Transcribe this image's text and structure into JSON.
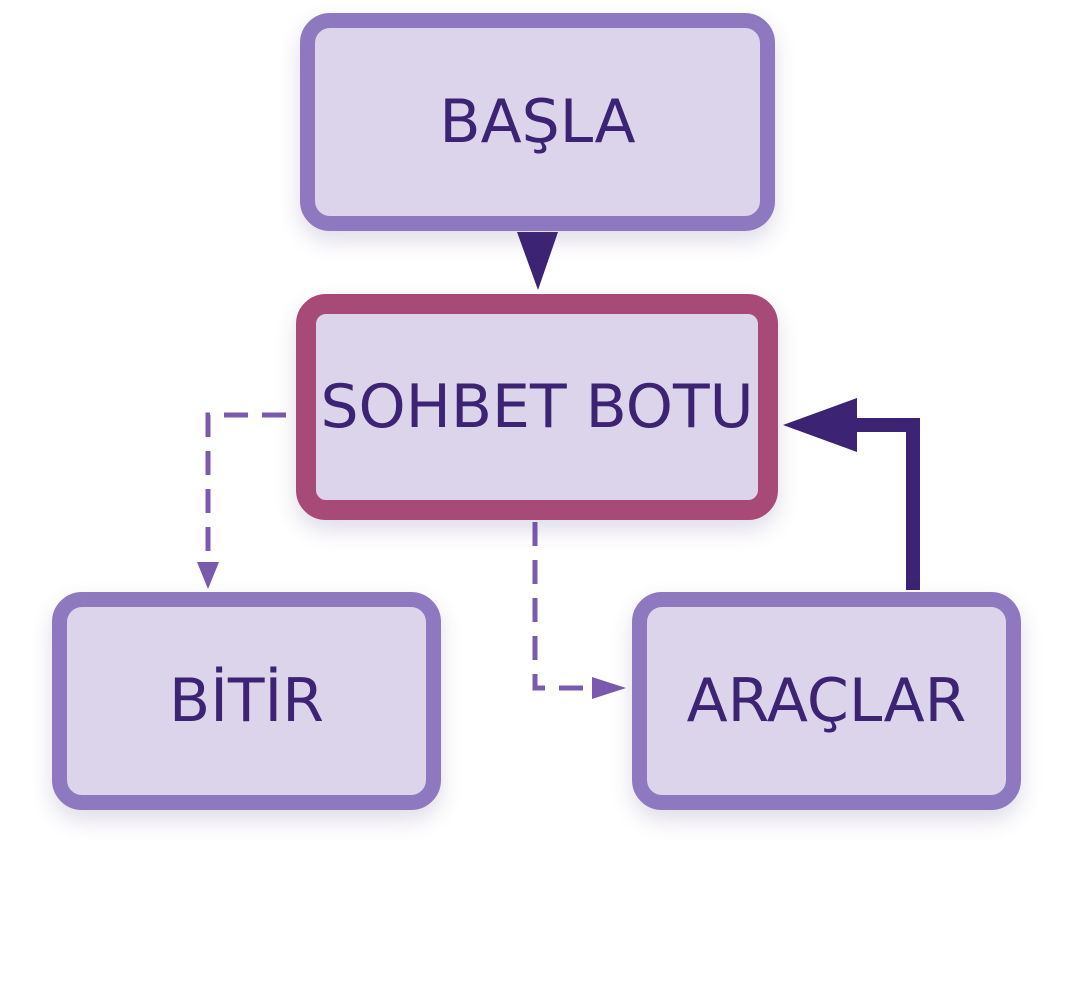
{
  "nodes": {
    "start": {
      "label": "BAŞLA"
    },
    "chatbot": {
      "label": "SOHBET BOTU"
    },
    "end": {
      "label": "BİTİR"
    },
    "tools": {
      "label": "ARAÇLAR"
    }
  },
  "edges": [
    {
      "from": "start",
      "to": "chatbot",
      "style": "solid"
    },
    {
      "from": "chatbot",
      "to": "end",
      "style": "dashed"
    },
    {
      "from": "chatbot",
      "to": "tools",
      "style": "dashed"
    },
    {
      "from": "tools",
      "to": "chatbot",
      "style": "solid"
    }
  ],
  "colors": {
    "node_fill": "#dcd4ea",
    "node_border": "#8e78c0",
    "active_border": "#a84a78",
    "text": "#3c2373",
    "solid_edge": "#3c2373",
    "dashed_edge": "#7a5aae"
  }
}
